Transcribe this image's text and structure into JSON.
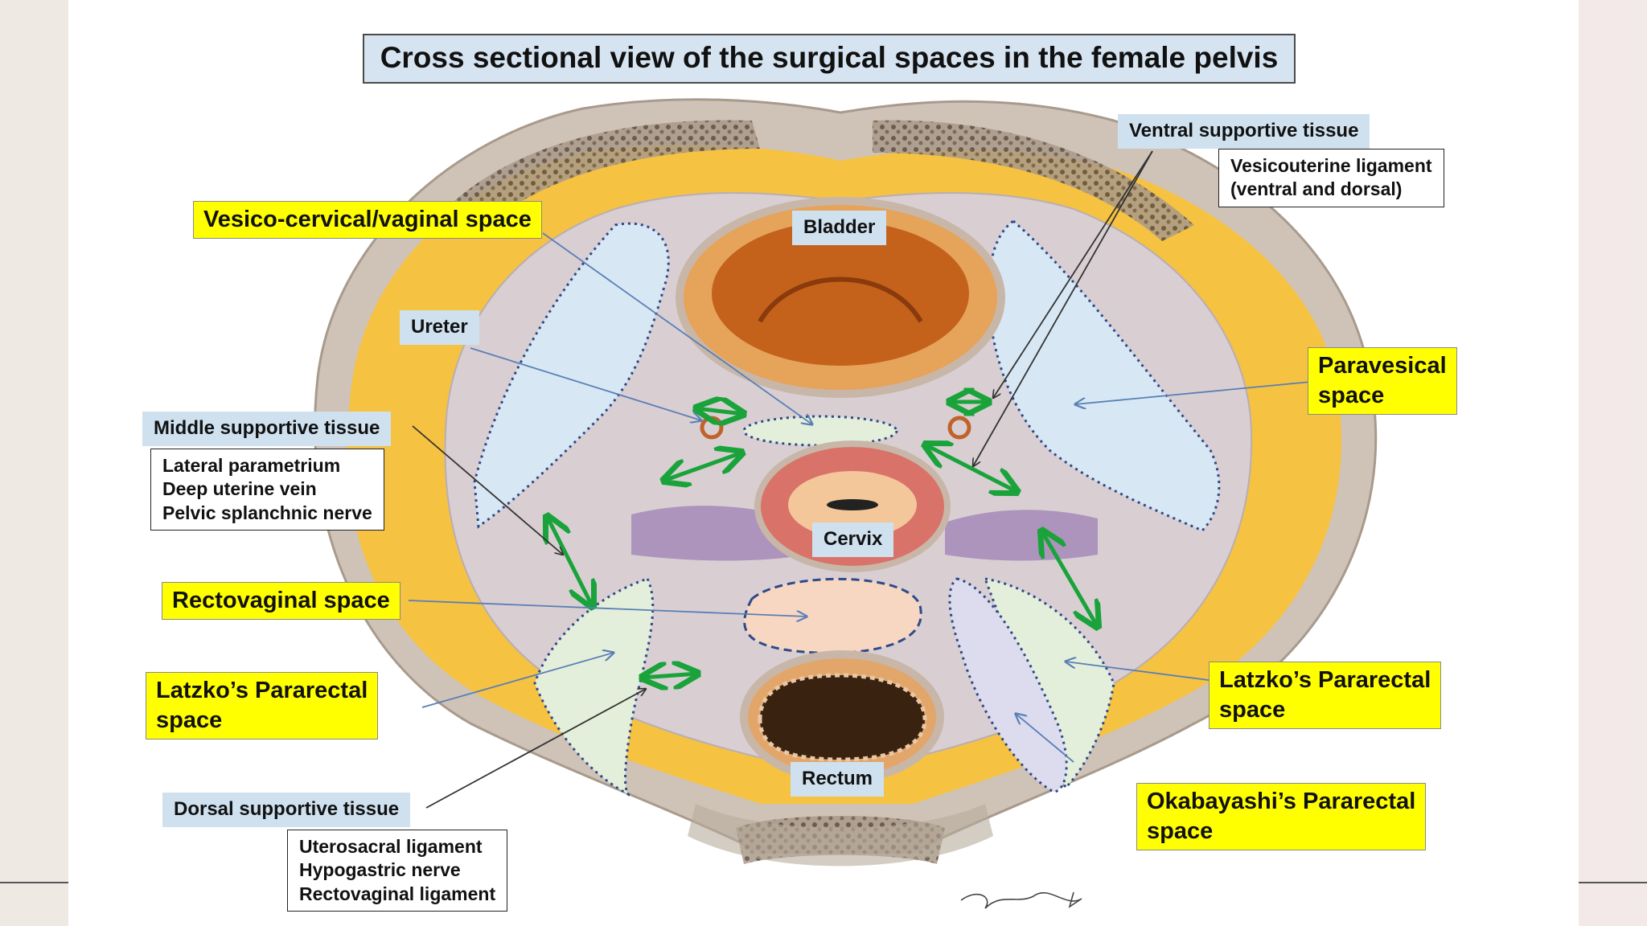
{
  "title": "Cross sectional view of the surgical spaces in the female pelvis",
  "organs": {
    "bladder": "Bladder",
    "ureter": "Ureter",
    "cervix": "Cervix",
    "rectum": "Rectum"
  },
  "spaces": {
    "vesico_cervical": "Vesico-cervical/vaginal space",
    "paravesical_line1": "Paravesical",
    "paravesical_line2": "space",
    "rectovaginal": "Rectovaginal space",
    "latzko_left_line1": "Latzko’s Pararectal",
    "latzko_left_line2": "space",
    "latzko_right_line1": "Latzko’s Pararectal",
    "latzko_right_line2": "space",
    "okabayashi_line1": "Okabayashi’s Pararectal",
    "okabayashi_line2": "space"
  },
  "supportive_tissue": {
    "ventral": {
      "heading": "Ventral supportive tissue",
      "items": [
        "Vesicouterine ligament",
        "(ventral and dorsal)"
      ]
    },
    "middle": {
      "heading": "Middle supportive tissue",
      "items": [
        "Lateral parametrium",
        "Deep uterine vein",
        "Pelvic splanchnic nerve"
      ]
    },
    "dorsal": {
      "heading": "Dorsal supportive tissue",
      "items": [
        "Uterosacral ligament",
        "Hypogastric nerve",
        "Rectovaginal ligament"
      ]
    }
  },
  "colors": {
    "fat": "#f5c242",
    "tissue": "#d9cfd3",
    "bone": "#b8ab9b",
    "bladder": "#d9782a",
    "paravesical_space": "#d7e8f4",
    "pararectal_space": "#e4efdb",
    "okabayashi_space": "#dcdcee",
    "rectovaginal_space": "#f7d7c2",
    "arrow_green": "#1aa33a",
    "label_yellow": "#ffff00",
    "label_blue": "#cfe1ef"
  }
}
